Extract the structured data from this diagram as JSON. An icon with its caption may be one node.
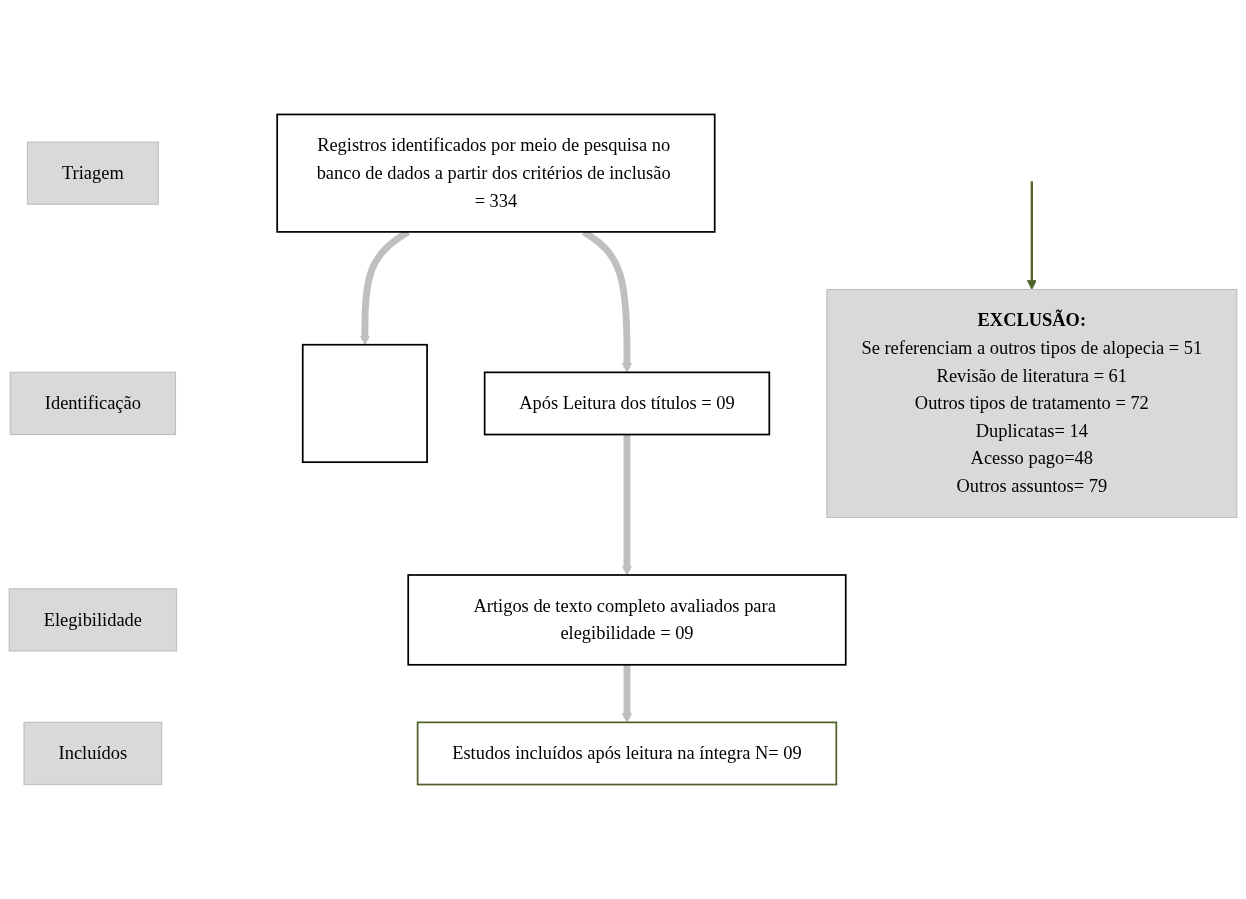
{
  "diagram": {
    "nodes": [
      {
        "text": [
          "Triagem"
        ]
      },
      {
        "text": [
          "Registros identificados por meio de pesquisa no banco de dados a partir dos critérios de inclusão = 334"
        ]
      },
      {
        "text": [],
        "shape": "box"
      },
      {
        "text": [
          "Identificação"
        ]
      },
      {
        "text": [
          "Após Leitura dos títulos = 09"
        ]
      },
      {
        "text": [
          "EXCLUSÃO:",
          "Se referenciam a outros tipos de alopecia = 51",
          "Revisão de literatura = 61",
          "Outros tipos de tratamento = 72",
          "Duplicatas= 14",
          "Acesso pago=48",
          "Outros assuntos= 79"
        ]
      },
      {
        "text": [
          "Elegibilidade"
        ]
      },
      {
        "text": [
          "Artigos de texto completo avaliados para elegibilidade = 09"
        ]
      },
      {
        "text": [
          "Incluídos"
        ]
      },
      {
        "text": [
          "Estudos incluídos após leitura na íntegra N= 09"
        ]
      }
    ],
    "edges": [
      {
        "from": 1,
        "to": 2,
        "arrow": "to"
      },
      {
        "from": 1,
        "to": 4,
        "arrow": "to"
      },
      {
        "from": null,
        "to": 5,
        "arrow": "to",
        "color": "#4f6228"
      },
      {
        "from": 4,
        "to": 7,
        "arrow": "to"
      },
      {
        "from": 7,
        "to": 9,
        "arrow": "to"
      }
    ]
  }
}
